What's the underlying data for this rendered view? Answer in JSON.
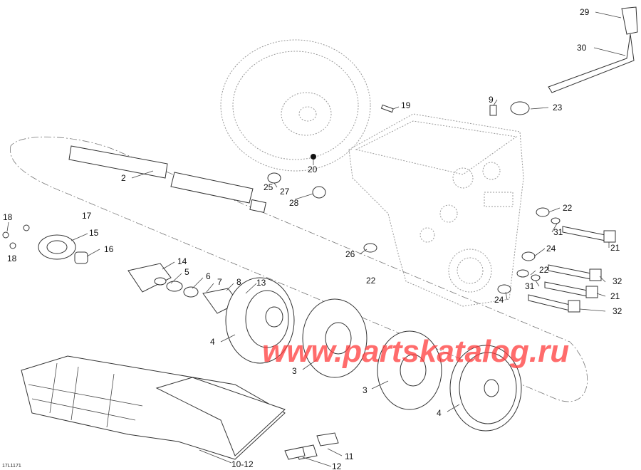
{
  "diagram": {
    "reference_code": "17L1171",
    "watermark": "www.partskatalog.ru",
    "callouts": [
      "29",
      "30",
      "9",
      "19",
      "23",
      "20",
      "2",
      "25",
      "27",
      "28",
      "22",
      "17",
      "18",
      "15",
      "31",
      "21",
      "18",
      "16",
      "26",
      "24",
      "14",
      "5",
      "6",
      "7",
      "8",
      "13",
      "22",
      "22",
      "32",
      "31",
      "21",
      "24",
      "32",
      "4",
      "3",
      "3",
      "4",
      "10-12",
      "11",
      "12"
    ]
  }
}
